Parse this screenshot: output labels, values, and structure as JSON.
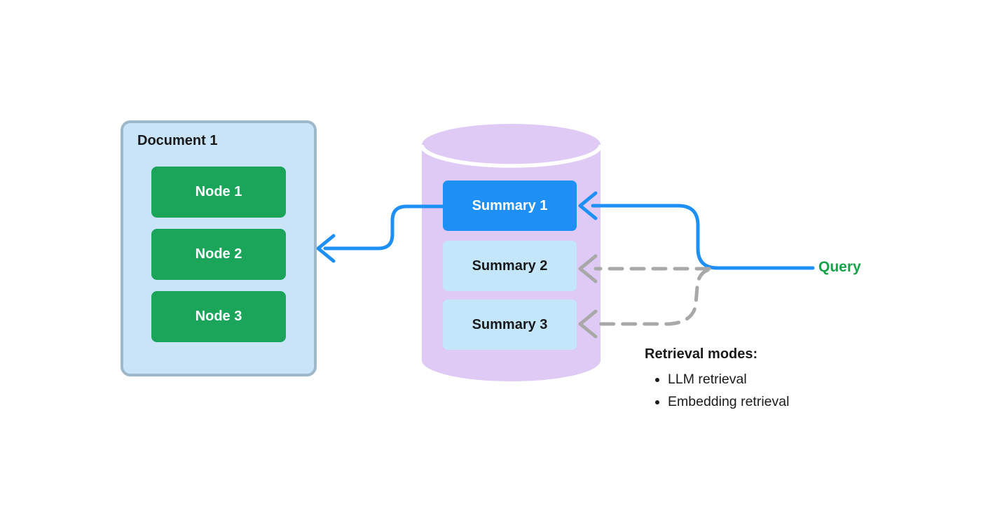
{
  "colors": {
    "blue": "#1e90f5",
    "lavender": "#dfcaf6",
    "doc_fill": "#c9e4f9",
    "doc_border": "#9db8cb",
    "node_green": "#1aa55b",
    "summary_fill": "#c3e6fa",
    "query_green": "#16a34a",
    "arrow_gray": "#a8a8a8",
    "text_dark": "#1a1a1a"
  },
  "document": {
    "title": "Document 1",
    "nodes": [
      "Node 1",
      "Node 2",
      "Node 3"
    ]
  },
  "database": {
    "summaries": [
      "Summary 1",
      "Summary 2",
      "Summary 3"
    ]
  },
  "query": {
    "label": "Query"
  },
  "retrieval": {
    "heading": "Retrieval modes:",
    "items": [
      "LLM retrieval",
      "Embedding retrieval"
    ]
  }
}
